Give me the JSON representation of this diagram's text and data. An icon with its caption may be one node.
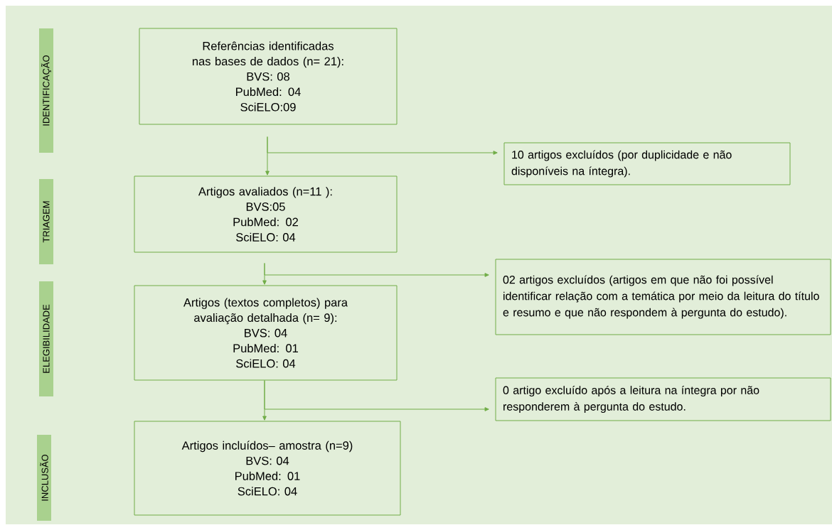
{
  "diagram": {
    "nodes": [
      {
        "text": [
          "IDENTIFICAÇÃO"
        ]
      },
      {
        "text": [
          "Referências identificadas nas bases de dados (n= 21):",
          "BVS: 08",
          "PubMed: 04",
          "SciELO:09"
        ]
      },
      {
        "text": [
          "10 artigos excluídos (por duplicidade e não disponíveis na íntegra)."
        ]
      },
      {
        "text": [
          "TRIAGEM"
        ]
      },
      {
        "text": [
          "Artigos avaliados (n=11 ):",
          "BVS:05",
          "PubMed: 02",
          "SciELO: 04"
        ]
      },
      {
        "text": [
          "02 artigos excluídos (artigos em que não foi possível identificar relação com a temática por meio da leitura do título e resumo e que não respondem à pergunta do estudo)."
        ]
      },
      {
        "text": [
          "ELEGIBILIDADE"
        ]
      },
      {
        "text": [
          "Artigos (textos completos) para avaliação detalhada (n= 9):",
          "BVS: 04",
          "PubMed: 01",
          "SciELO: 04"
        ]
      },
      {
        "text": [
          "0 artigo excluído após a leitura na íntegra por não responderem à pergunta do estudo."
        ]
      },
      {
        "text": [
          "INCLUSÃO"
        ]
      },
      {
        "text": [
          "Artigos incluídos– amostra (n=9)",
          "BVS: 04",
          "PubMed: 01",
          "SciELO: 04"
        ]
      }
    ],
    "edges": [
      {
        "from": 1,
        "to": 4,
        "arrow": "to"
      },
      {
        "from": 1,
        "to": 2,
        "arrow": "to"
      },
      {
        "from": 4,
        "to": 7,
        "arrow": "to"
      },
      {
        "from": 4,
        "to": 5,
        "arrow": "to"
      },
      {
        "from": 7,
        "to": 10,
        "arrow": "to"
      },
      {
        "from": 7,
        "to": 8,
        "arrow": "to"
      }
    ]
  }
}
